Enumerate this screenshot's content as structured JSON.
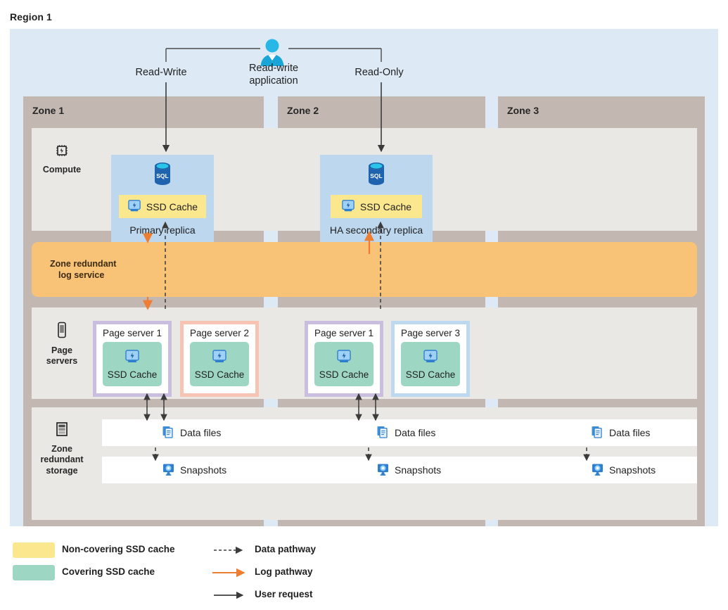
{
  "region": {
    "title": "Region 1"
  },
  "application": {
    "icon": "user-icon",
    "label": "Read-write\napplication",
    "label_line1": "Read-write",
    "label_line2": "application",
    "read_write_label": "Read-Write",
    "read_only_label": "Read-Only"
  },
  "zones": [
    {
      "name": "Zone 1"
    },
    {
      "name": "Zone 2"
    },
    {
      "name": "Zone 3"
    }
  ],
  "rows": {
    "compute": {
      "label": "Compute",
      "icon": "cpu-chip-icon"
    },
    "page_servers": {
      "label_line1": "Page",
      "label_line2": "servers",
      "icon": "page-server-icon"
    },
    "storage": {
      "label_line1": "Zone",
      "label_line2": "redundant",
      "label_line3": "storage",
      "icon": "storage-stack-icon"
    }
  },
  "log_service": {
    "line1": "Zone redundant",
    "line2": "log service",
    "color": "#f8c277"
  },
  "replicas": [
    {
      "zone": "Zone 1",
      "name": "Primary replica",
      "cache_label": "SSD Cache",
      "cache_type": "non-covering",
      "cache_color": "#fbe78e",
      "db_icon": "sql-database-icon"
    },
    {
      "zone": "Zone 2",
      "name": "HA secondary replica",
      "cache_label": "SSD Cache",
      "cache_type": "non-covering",
      "cache_color": "#fbe78e",
      "db_icon": "sql-database-icon"
    }
  ],
  "page_servers": [
    {
      "zone": "Zone 1",
      "name": "Page server 1",
      "cache_label": "SSD Cache",
      "border_color": "#c9bee0",
      "cache_color": "#9ed6c4",
      "icon": "ssd-disk-icon"
    },
    {
      "zone": "Zone 1",
      "name": "Page server 2",
      "cache_label": "SSD Cache",
      "border_color": "#f7c4b4",
      "cache_color": "#9ed6c4",
      "icon": "ssd-disk-icon"
    },
    {
      "zone": "Zone 2",
      "name": "Page server 1",
      "cache_label": "SSD Cache",
      "border_color": "#c9bee0",
      "cache_color": "#9ed6c4",
      "icon": "ssd-disk-icon"
    },
    {
      "zone": "Zone 2",
      "name": "Page server 3",
      "cache_label": "SSD Cache",
      "border_color": "#bcd9ef",
      "cache_color": "#9ed6c4",
      "icon": "ssd-disk-icon"
    }
  ],
  "storage": {
    "data_files": [
      {
        "zone": "Zone 1",
        "label": "Data files",
        "icon": "data-files-icon"
      },
      {
        "zone": "Zone 2",
        "label": "Data files",
        "icon": "data-files-icon"
      },
      {
        "zone": "Zone 3",
        "label": "Data files",
        "icon": "data-files-icon"
      }
    ],
    "snapshots": [
      {
        "zone": "Zone 1",
        "label": "Snapshots",
        "icon": "snapshot-icon"
      },
      {
        "zone": "Zone 2",
        "label": "Snapshots",
        "icon": "snapshot-icon"
      },
      {
        "zone": "Zone 3",
        "label": "Snapshots",
        "icon": "snapshot-icon"
      }
    ]
  },
  "legend": {
    "swatches": [
      {
        "label": "Non-covering SSD cache",
        "color": "#fbe78e"
      },
      {
        "label": "Covering SSD cache",
        "color": "#9ed6c4"
      }
    ],
    "lines": [
      {
        "label": "Data pathway",
        "style": "dashed",
        "color": "#3b3b3b"
      },
      {
        "label": "Log pathway",
        "style": "solid",
        "color": "#ed7d31"
      },
      {
        "label": "User request",
        "style": "solid",
        "color": "#1f1f1f"
      }
    ]
  },
  "colors": {
    "region_bg": "#ddeaf6",
    "zone_header": "#c3b8b1",
    "panel_bg": "#e9e8e4",
    "replica_bg": "#bdd7ee",
    "log_band": "#f8c277",
    "log_arrow": "#ed7d31",
    "data_arrow": "#3b3b3b"
  }
}
